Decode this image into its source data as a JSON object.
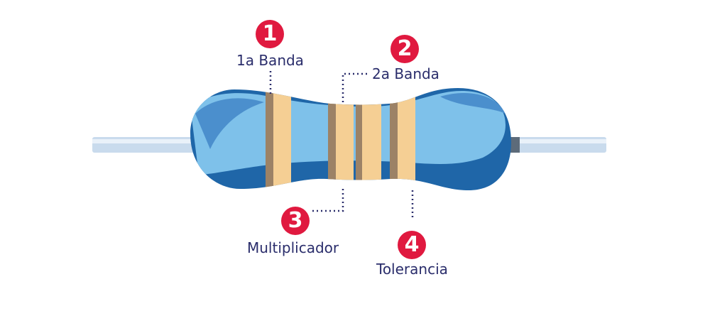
{
  "diagram": {
    "callouts": [
      {
        "number": "1",
        "label": "1a Banda"
      },
      {
        "number": "2",
        "label": "2a Banda"
      },
      {
        "number": "3",
        "label": "Multiplicador"
      },
      {
        "number": "4",
        "label": "Tolerancia"
      }
    ],
    "colors": {
      "badge": "#e0193f",
      "label_text": "#2a2d6b",
      "body_dark": "#1f66a8",
      "body_light": "#7ec1ea",
      "band_beige": "#f5cf94",
      "band_brown": "#9c8266",
      "lead": "#c9dbed"
    }
  }
}
